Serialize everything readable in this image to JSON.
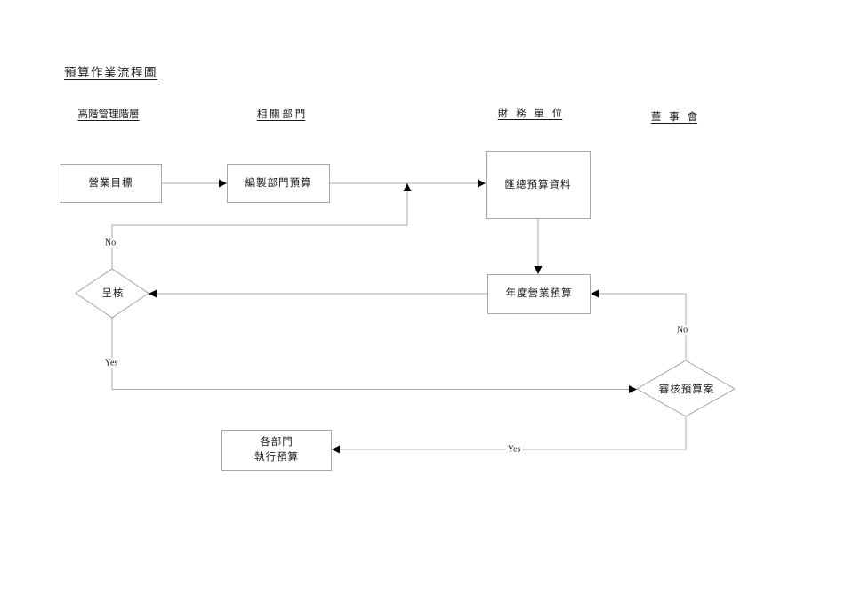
{
  "title": "預算作業流程圖",
  "columns": [
    {
      "label": "高階管理階層"
    },
    {
      "label": "相 關 部 門"
    },
    {
      "label": "財 務 單 位"
    },
    {
      "label": "董 事 會"
    }
  ],
  "nodes": {
    "business_goal": "營業目標",
    "prepare_dept_budget": "編製部門預算",
    "consolidate_budget": "匯總預算資料",
    "annual_budget": "年度營業預算",
    "submit_review": "呈核",
    "board_review": "審核預算案",
    "execute_budget_line1": "各部門",
    "execute_budget_line2": "執行預算"
  },
  "edge_labels": {
    "submit_no": "No",
    "submit_yes": "Yes",
    "review_no": "No",
    "review_yes": "Yes"
  },
  "colors": {
    "line": "#a8a8a8",
    "arrowhead": "#000000",
    "text": "#1a1a1a",
    "background": "#ffffff"
  }
}
